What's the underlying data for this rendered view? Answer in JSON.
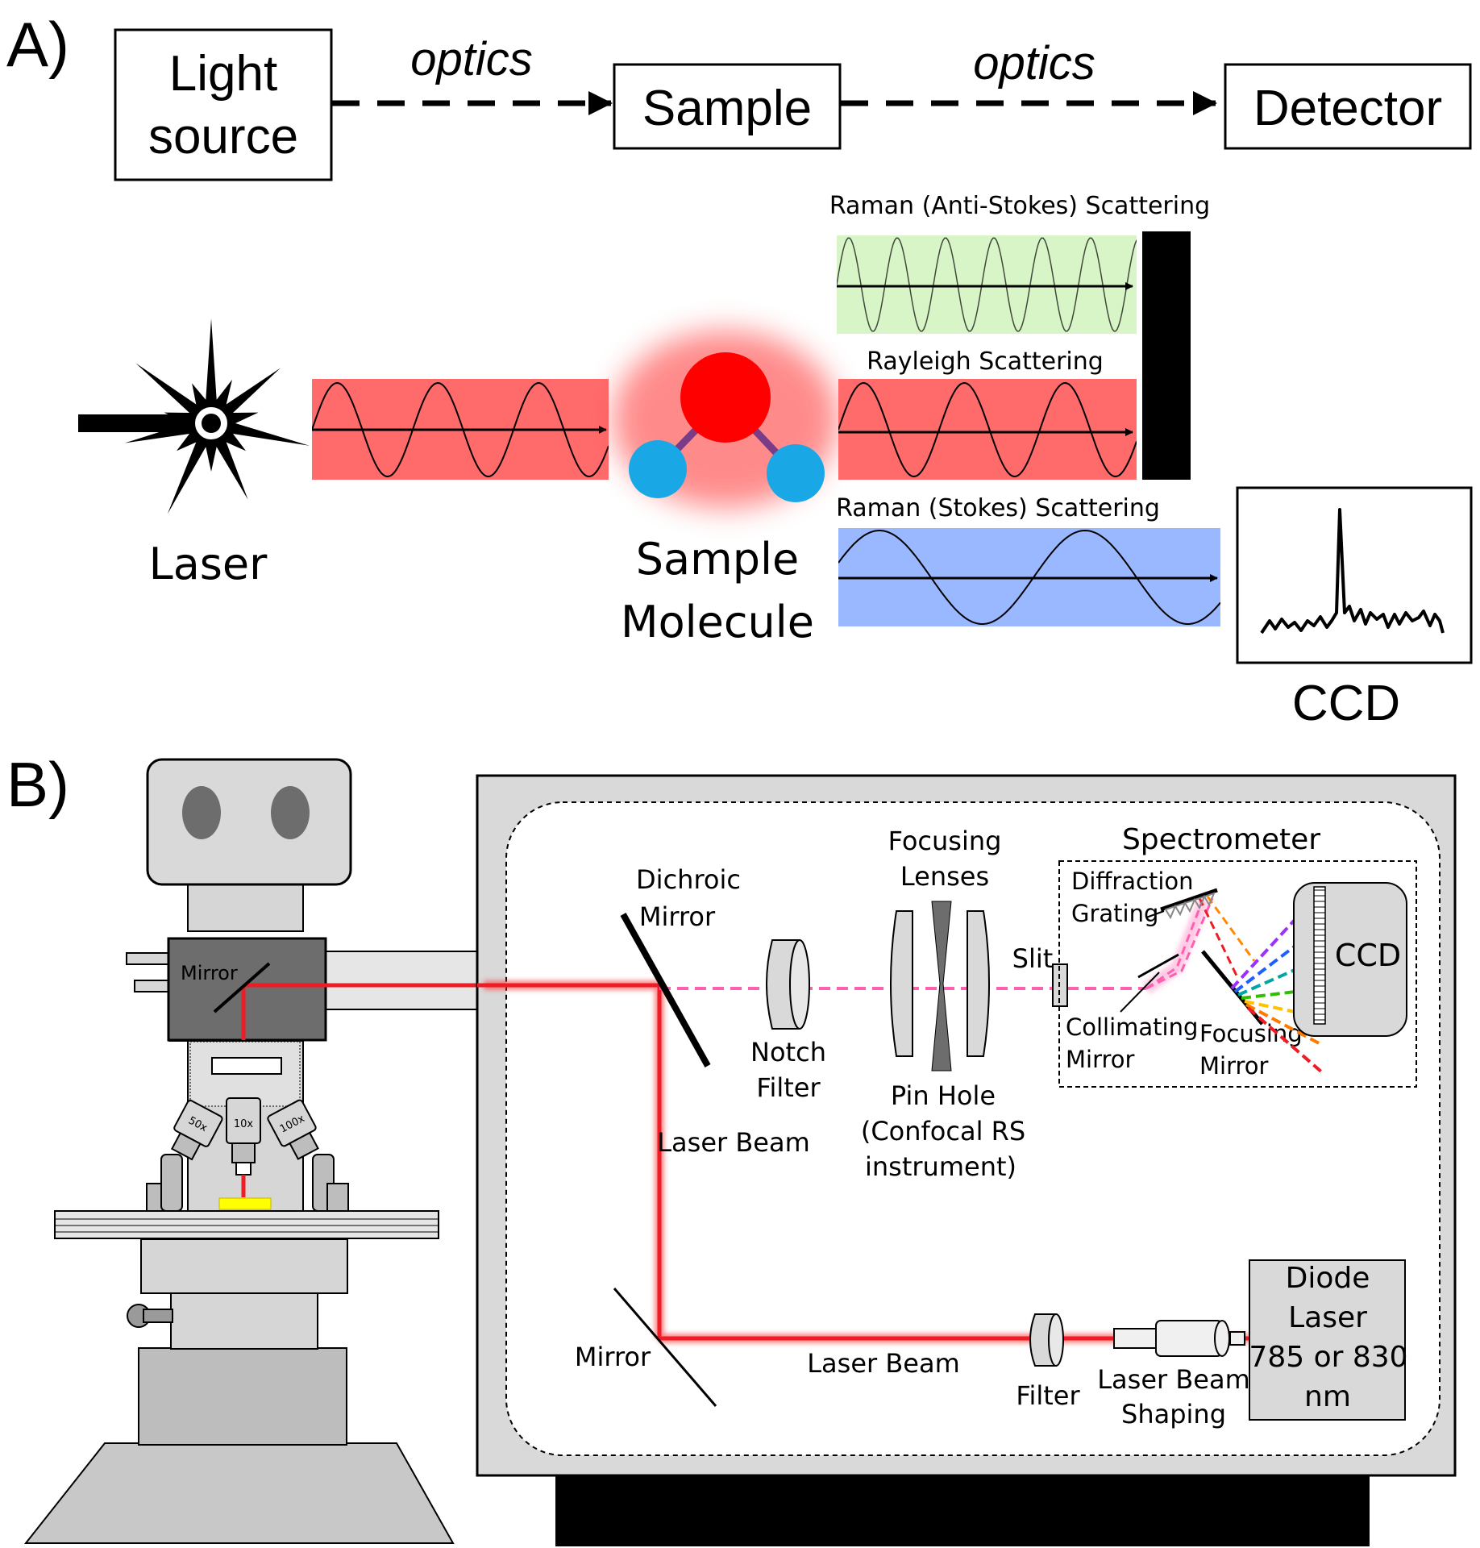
{
  "panel_a": {
    "label": "A)",
    "flow": {
      "light_source": [
        "Light",
        "source"
      ],
      "sample": "Sample",
      "detector": "Detector",
      "optics_1": "optics",
      "optics_2": "optics"
    },
    "laser_label": "Laser",
    "sample_molecule": [
      "Sample",
      "Molecule"
    ],
    "anti_stokes_label": "Raman (Anti-Stokes) Scattering",
    "rayleigh_label": "Rayleigh Scattering",
    "stokes_label": "Raman (Stokes) Scattering",
    "ccd_label": "CCD"
  },
  "panel_b": {
    "label": "B)",
    "microscope": {
      "mirror_label": "Mirror",
      "objectives": [
        "50x",
        "10x",
        "100x"
      ]
    },
    "labels": {
      "dichroic": [
        "Dichroic",
        "Mirror"
      ],
      "notch": [
        "Notch",
        "Filter"
      ],
      "focusing_lenses": [
        "Focusing",
        "Lenses"
      ],
      "pin_hole": [
        "Pin Hole",
        "(Confocal RS",
        "instrument)"
      ],
      "slit": "Slit",
      "spectrometer": "Spectrometer",
      "diffraction": [
        "Diffraction",
        "Grating"
      ],
      "collimating": [
        "Collimating",
        "Mirror"
      ],
      "focusing_mirror": [
        "Focusing",
        "Mirror"
      ],
      "ccd": "CCD",
      "laser_beam_vertical": "Laser Beam",
      "laser_beam_horizontal": "Laser Beam",
      "mirror": "Mirror",
      "filter": "Filter",
      "beam_shaping": [
        "Laser Beam",
        "Shaping"
      ],
      "diode": [
        "Diode",
        "Laser",
        "785 or 830",
        "nm"
      ]
    }
  },
  "colors": {
    "laser_red": "#ee1c24",
    "red_band": "#ff6b6b",
    "green_band": "#d8f5c8",
    "blue_band": "#9ab8ff",
    "oxygen": "#ff0000",
    "hydrogen": "#1aa7e6",
    "bond": "#7a3c86",
    "scatter_pink": "#ff5fb0",
    "housing_gray": "#d9d9d9",
    "dark_gray": "#6d6d6d"
  }
}
